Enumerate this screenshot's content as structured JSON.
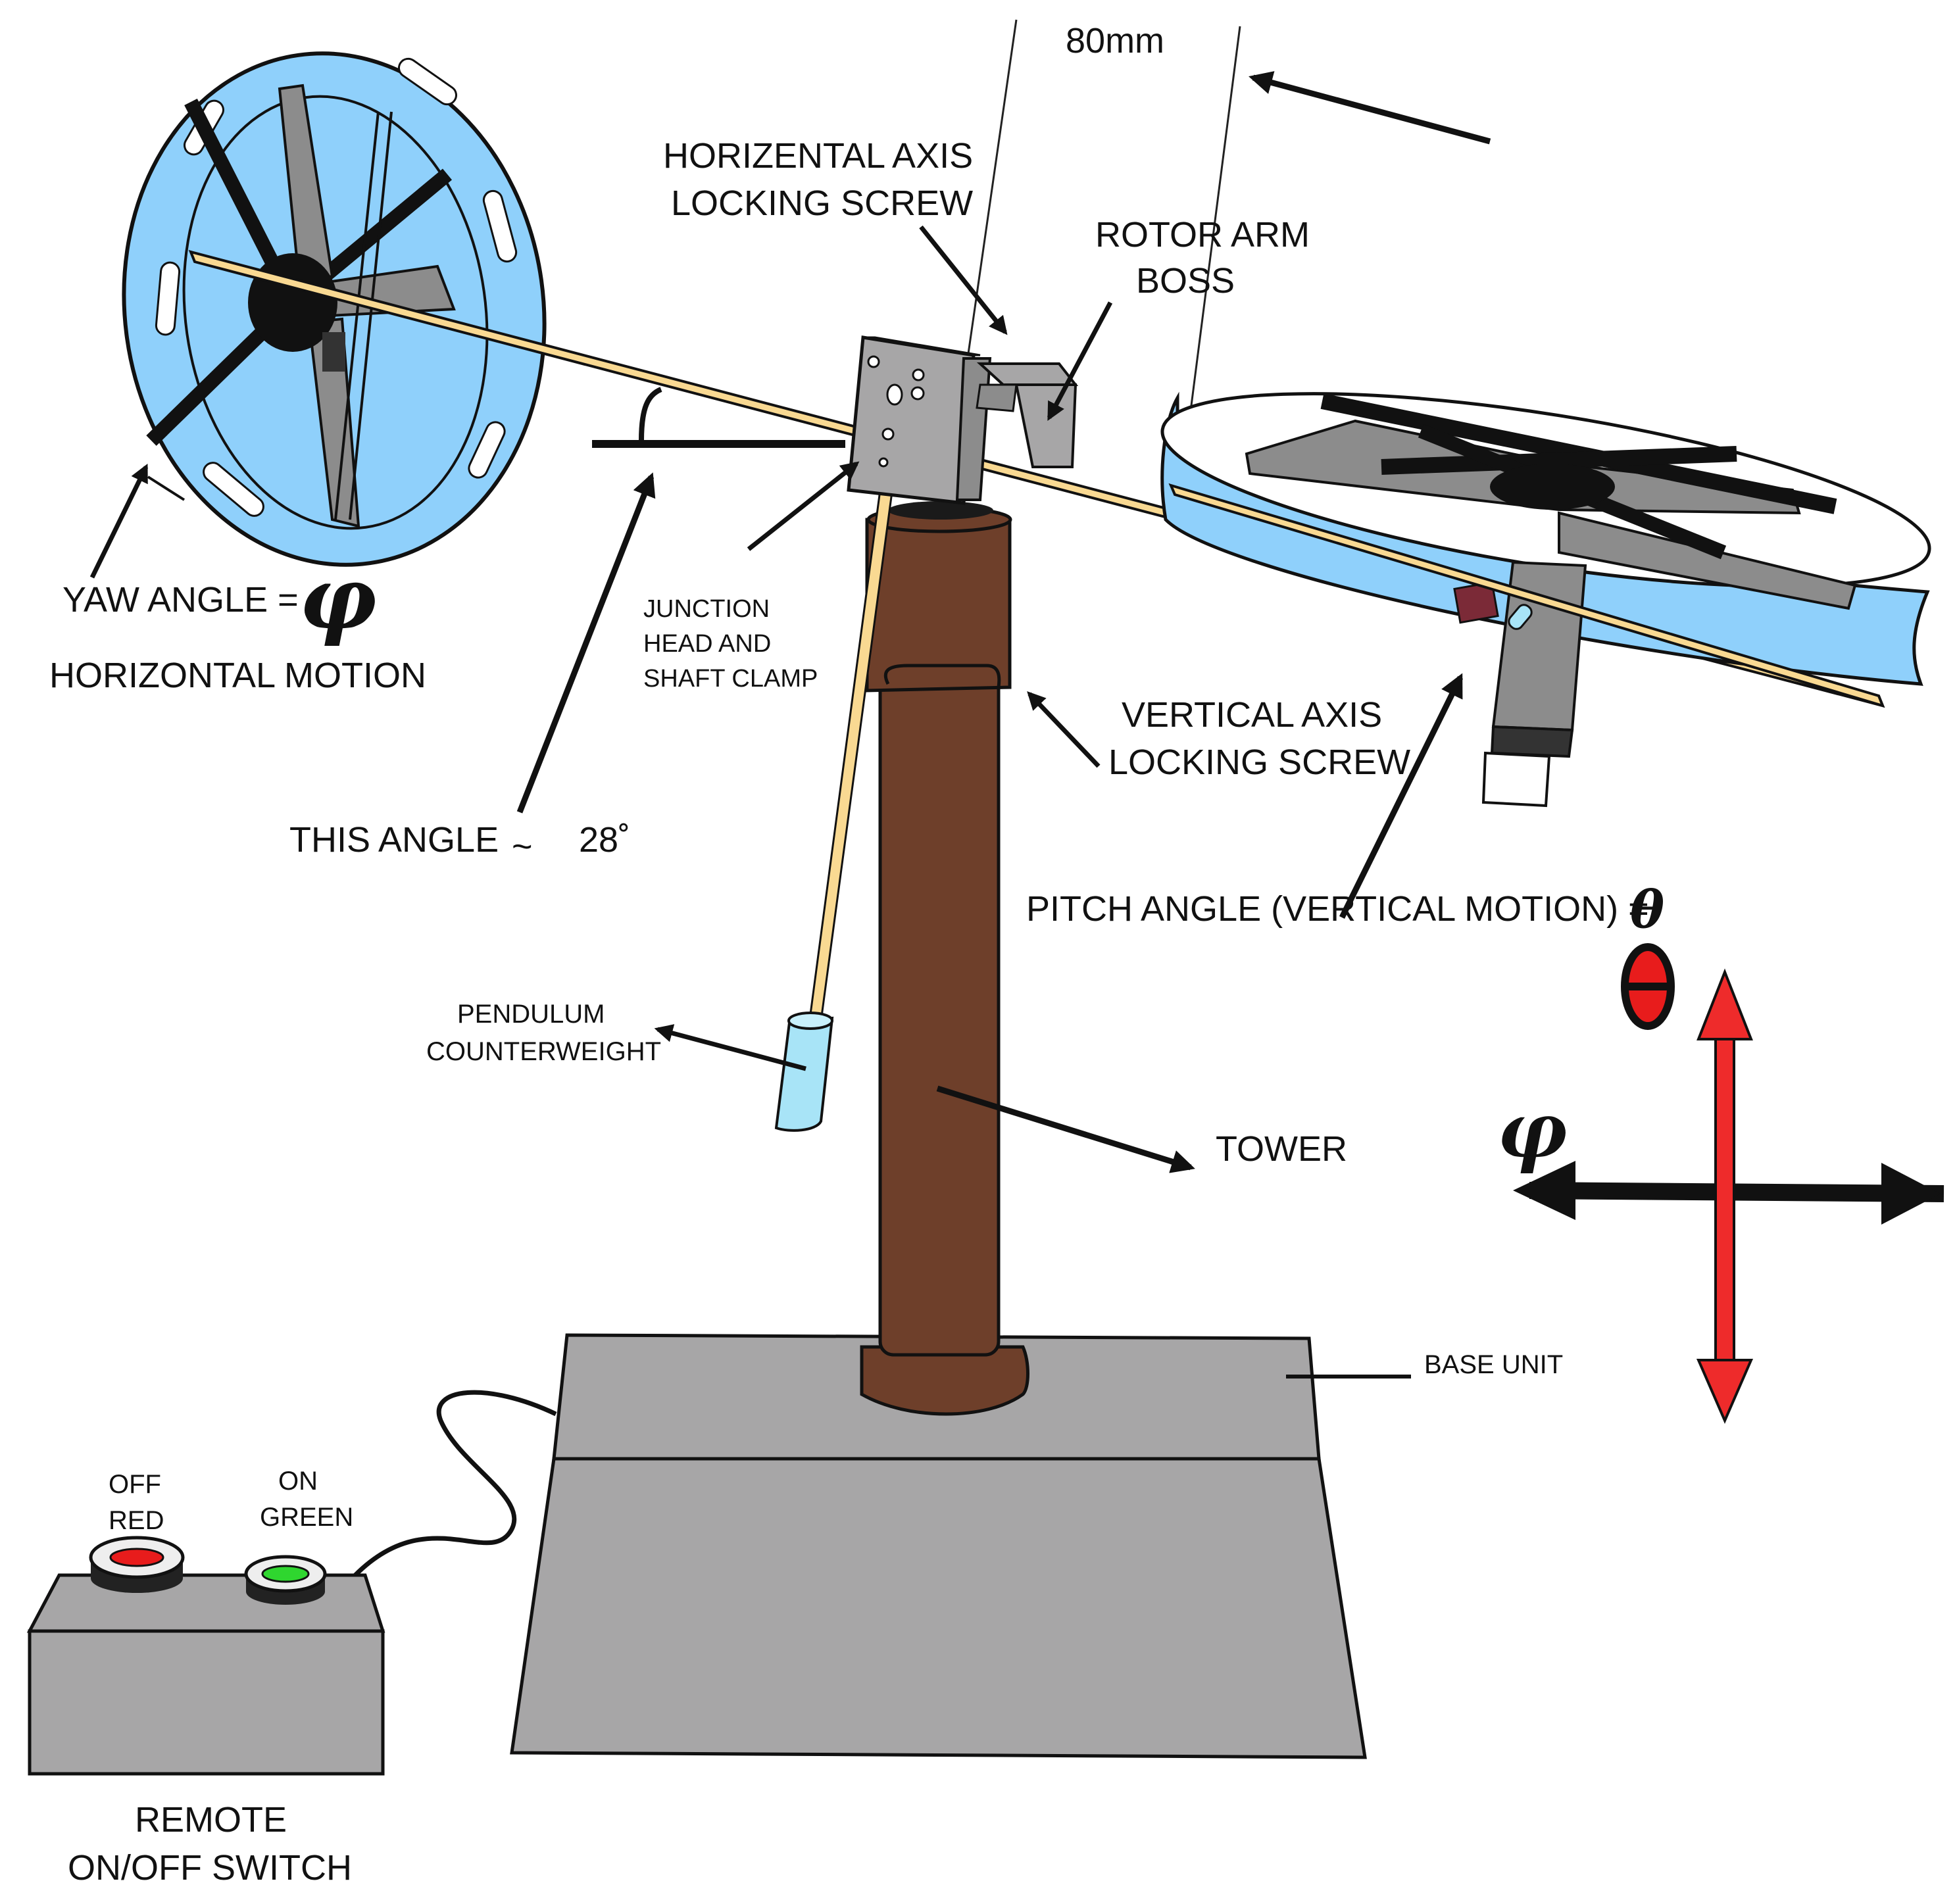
{
  "labels": {
    "dimension_top": "80mm",
    "horizontal_axis_screw_line1": "HORIZENTAL AXIS",
    "horizontal_axis_screw_line2": "LOCKING SCREW",
    "rotor_arm_boss_line1": "ROTOR ARM",
    "rotor_arm_boss_line2": "BOSS",
    "yaw_angle": "YAW ANGLE =",
    "yaw_symbol": "φ",
    "horizontal_motion": "HORIZONTAL MOTION",
    "junction_line1": "JUNCTION",
    "junction_line2": "HEAD AND",
    "junction_line3": "SHAFT CLAMP",
    "vertical_axis_screw_line1": "VERTICAL AXIS",
    "vertical_axis_screw_line2": "LOCKING SCREW",
    "this_angle": "THIS ANGLE",
    "approx_symbol": "~",
    "angle_value": "28˚",
    "pitch_angle": "PITCH ANGLE (VERTICAL MOTION) =",
    "pitch_symbol": "θ",
    "pendulum_line1": "PENDULUM",
    "pendulum_line2": "COUNTERWEIGHT",
    "tower": "TOWER",
    "base_unit": "BASE UNIT",
    "off_line1": "OFF",
    "off_line2": "RED",
    "on_line1": "ON",
    "on_line2": "GREEN",
    "remote_line1": "REMOTE",
    "remote_line2": "ON/OFF SWITCH",
    "axes_pitch_symbol": "θ",
    "axes_yaw_symbol": "φ"
  },
  "colors": {
    "rotor_blue": "#8fd0fb",
    "tower_brown": "#6e3f2a",
    "base_gray": "#a7a6a7",
    "shaft_tan": "#f9d992",
    "metal_gray": "#8c8c8c",
    "pitch_arrow_red": "#ee2b2b",
    "off_button_red": "#e81c1c",
    "on_button_green": "#2fd62f",
    "counterweight_blue": "#a8e4f7",
    "clip_maroon": "#7b2a37"
  }
}
